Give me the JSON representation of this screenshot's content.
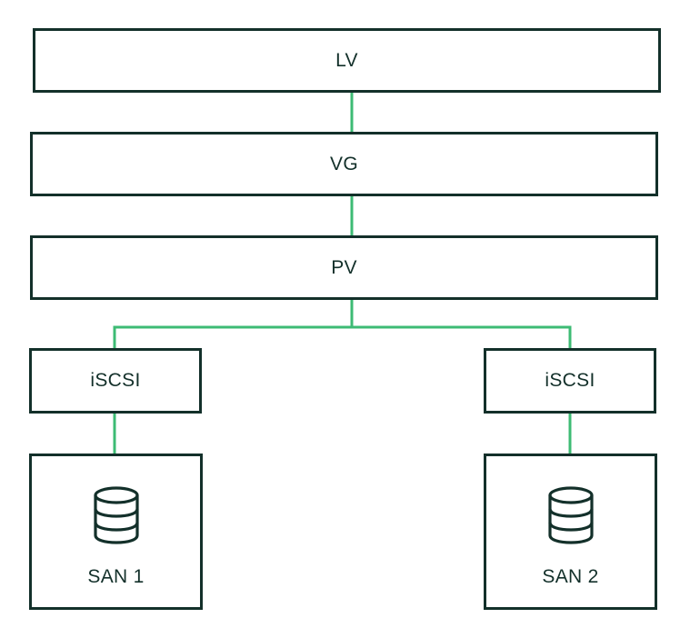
{
  "colors": {
    "border": "#13302a",
    "connector": "#3dbb74",
    "text": "#13302a"
  },
  "nodes": {
    "lv": "LV",
    "vg": "VG",
    "pv": "PV",
    "iscsi_left": "iSCSI",
    "iscsi_right": "iSCSI",
    "san1": "SAN 1",
    "san2": "SAN 2"
  },
  "icons": {
    "san1": "database-icon",
    "san2": "database-icon"
  }
}
